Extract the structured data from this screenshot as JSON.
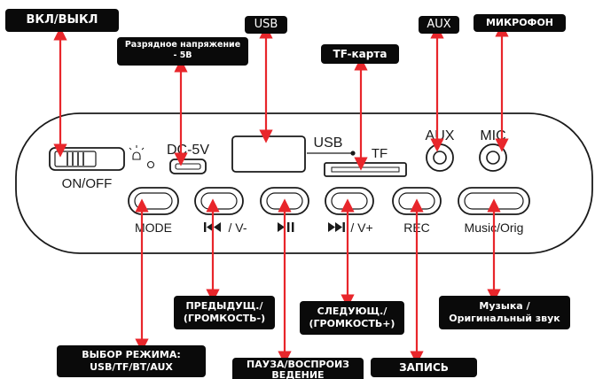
{
  "callouts": {
    "power": "ВКЛ/ВЫКЛ",
    "voltage_line1": "Разрядное напряжение",
    "voltage_line2": "- 5В",
    "usb": "USB",
    "tf_card": "TF-карта",
    "aux": "AUX",
    "microphone": "МИКРОФОН",
    "prev_line1": "ПРЕДЫДУЩ./",
    "prev_line2": "(ГРОМКОСТЬ-)",
    "next_line1": "СЛЕДУЮЩ./",
    "next_line2": "(ГРОМКОСТЬ+)",
    "music_line1": "Музыка /",
    "music_line2": "Оригинальный звук",
    "mode_line1": "ВЫБОР РЕЖИМА:",
    "mode_line2": "USB/TF/BT/AUX",
    "play_line1": "ПАУЗА/ВОСПРОИЗ",
    "play_line2": "ВЕДЕНИЕ",
    "record": "ЗАПИСЬ"
  },
  "panel": {
    "dc_label": "DC-5V",
    "onoff_label": "ON/OFF",
    "usb_label": "USB",
    "tf_label": "TF",
    "aux_label": "AUX",
    "mic_label": "MIC",
    "mode_label": "MODE",
    "prev_label": "/ V-",
    "next_label": "/ V+",
    "rec_label": "REC",
    "music_label": "Music/Orig"
  },
  "colors": {
    "wire": "#e8262b",
    "tag_bg": "#0a0a0a",
    "tag_text": "#ffffff",
    "panel_stroke": "#1a1a1a"
  },
  "icons": {
    "prev": "skip-back-icon",
    "play": "play-pause-icon",
    "next": "skip-forward-icon",
    "led": "led-indicator-icon"
  }
}
